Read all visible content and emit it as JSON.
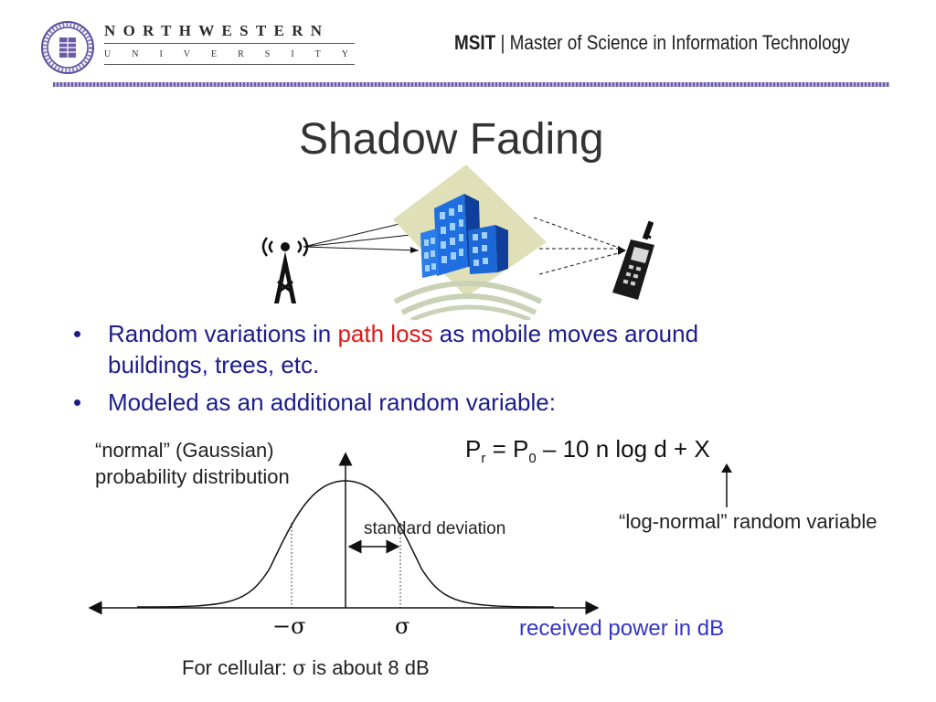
{
  "header": {
    "logo_line1": "NORTHWESTERN",
    "logo_line2": "UNIVERSITY",
    "program_abbr": "MSIT",
    "separator": "|",
    "program_name": "Master of Science in Information Technology"
  },
  "slide": {
    "title": "Shadow Fading",
    "bullets": [
      {
        "marker": "•",
        "line1_before": "Random variations in ",
        "line1_highlight": "path loss",
        "line1_after": " as mobile moves around",
        "line2": "buildings, trees, etc."
      },
      {
        "marker": "•",
        "line1": "Modeled as an additional random variable:"
      }
    ]
  },
  "figure": {
    "dist_label_line1": "“normal” (Gaussian)",
    "dist_label_line2": "probability distribution",
    "std_label": "standard deviation",
    "equation": {
      "p": "P",
      "r_sub": "r",
      "eq_sign": " = ",
      "p0": "P",
      "zero_sub": "0",
      "rest": " – 10 n log d + X"
    },
    "lognormal_label": "“log-normal” random variable",
    "neg_sigma": "−σ",
    "pos_sigma": "σ",
    "xaxis_label": "received power in dB",
    "footnote_prefix": "For cellular: ",
    "footnote_sigma": "σ",
    "footnote_suffix": " is about 8 dB"
  },
  "colors": {
    "bullet_text": "#1c1c8c",
    "highlight": "#e11919",
    "axis_label": "#3434c8",
    "header_band": "#6a5ba6"
  }
}
